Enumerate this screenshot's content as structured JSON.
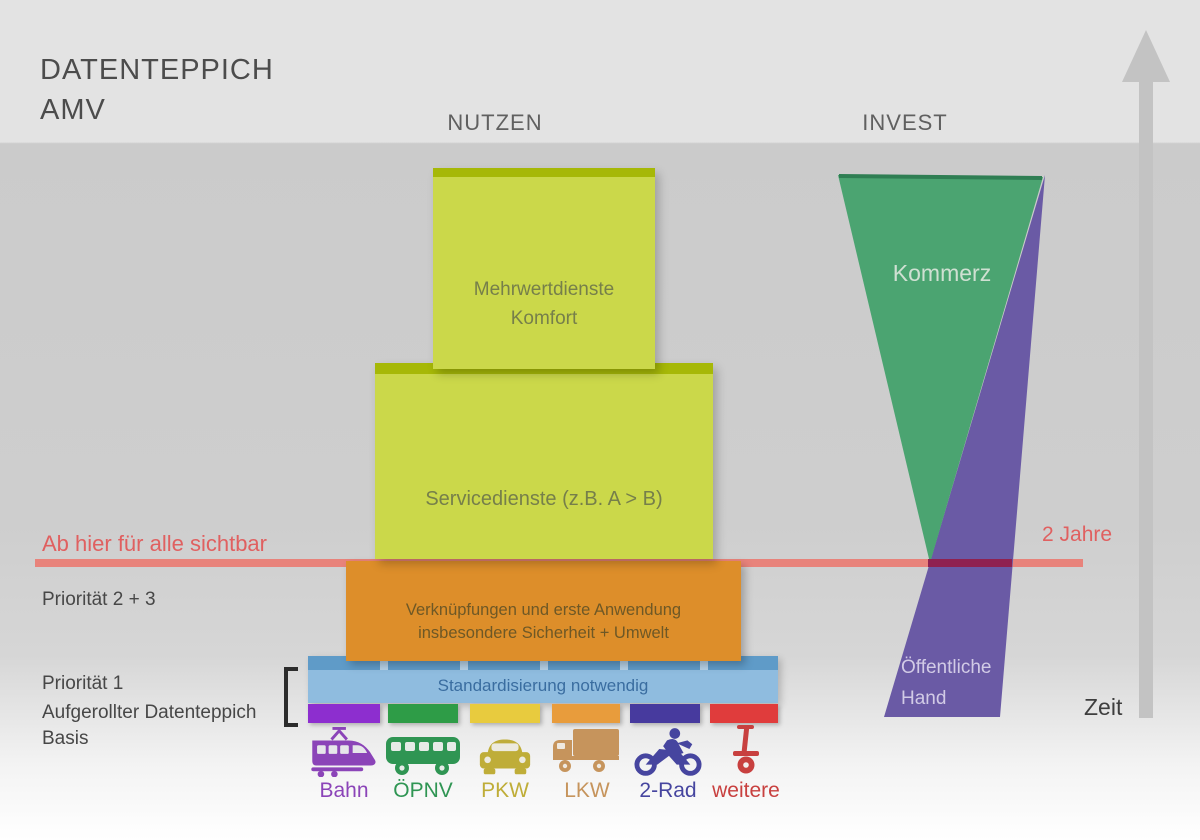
{
  "title": {
    "line1": "DATENTEPPICH",
    "line2": "AMV"
  },
  "columns": {
    "nutzen": "NUTZEN",
    "invest": "INVEST"
  },
  "timeline": {
    "axis_label": "Zeit",
    "marker_label": "2 Jahre",
    "visibility_label": "Ab hier für alle sichtbar",
    "line_color": "#e8837b",
    "line_overlap_color": "#8f2150",
    "text_color": "#e06060",
    "arrow_color": "#c3c3c3"
  },
  "left_labels": {
    "prioritaet23": "Priorität 2 + 3",
    "prioritaet1": "Priorität 1",
    "aufgerollt": "Aufgerollter Datenteppich",
    "basis": "Basis"
  },
  "pyramid": {
    "box_top": {
      "line1": "Mehrwertdienste",
      "line2": "Komfort",
      "body_color": "#cbd84a",
      "edge_color": "#a6b807",
      "text_color": "#767f4a"
    },
    "box_service": {
      "label": "Servicedienste (z.B. A > B)",
      "body_color": "#cbd84a",
      "edge_color": "#a6b807",
      "text_color": "#767f4a"
    },
    "box_orange": {
      "line1": "Verknüpfungen und erste Anwendung",
      "line2": "insbesondere Sicherheit + Umwelt",
      "body_color": "#dd8e2a",
      "text_color": "#6e5826"
    },
    "box_blue": {
      "label": "Standardisierung notwendig",
      "body_color": "#8fbcdf",
      "edge_color": "#5f9bc8",
      "text_color": "#3a6da0"
    }
  },
  "invest_shapes": {
    "kommerz": {
      "label": "Kommerz",
      "fill": "#4ba471",
      "edge_color": "#2f7e53",
      "text_color": "#cfe0d2"
    },
    "oeffentliche_hand": {
      "line1": "Öffentliche",
      "line2": "Hand",
      "fill": "#6a5aa5",
      "text_color": "#d2cbe6"
    }
  },
  "modes": [
    {
      "label": "Bahn",
      "color": "#8b44b8",
      "segment_color": "#8d2ecf"
    },
    {
      "label": "ÖPNV",
      "color": "#2f9553",
      "segment_color": "#2e9c47"
    },
    {
      "label": "PKW",
      "color": "#bfad38",
      "segment_color": "#e8cb3e"
    },
    {
      "label": "LKW",
      "color": "#c6945c",
      "segment_color": "#e89c3c"
    },
    {
      "label": "2-Rad",
      "color": "#46459f",
      "segment_color": "#473a9e"
    },
    {
      "label": "weitere",
      "color": "#c8403f",
      "segment_color": "#e03c3c"
    }
  ]
}
